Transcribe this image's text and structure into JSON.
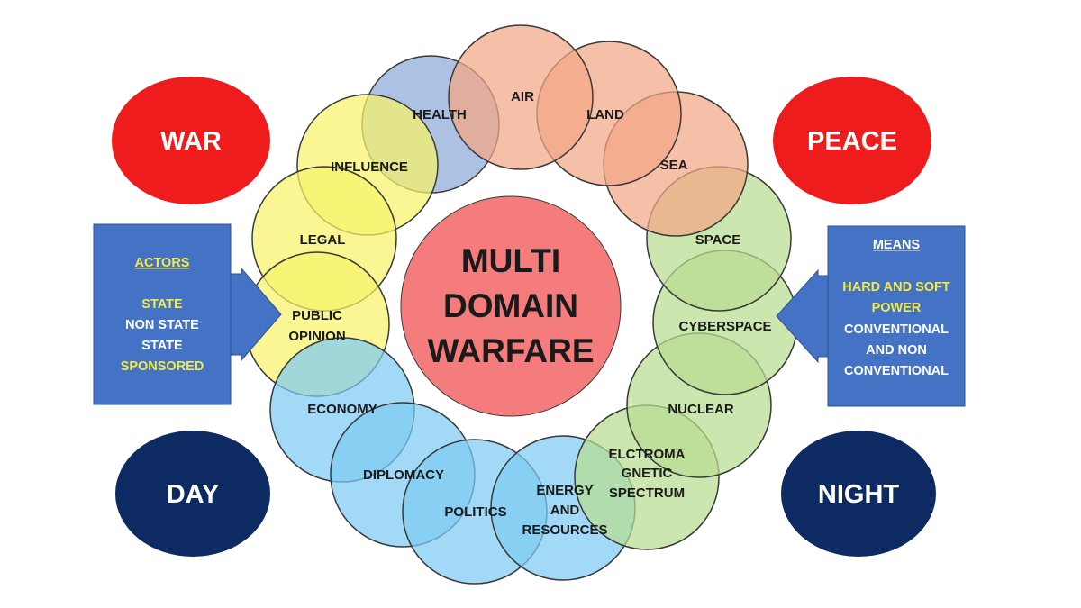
{
  "center": {
    "lines": [
      "MULTI",
      "DOMAIN",
      "WARFARE"
    ],
    "color": "#f47c7c"
  },
  "corners": {
    "war": {
      "label": "WAR",
      "color": "#ee1c1c"
    },
    "peace": {
      "label": "PEACE",
      "color": "#ee1c1c"
    },
    "day": {
      "label": "DAY",
      "color": "#0d2a63"
    },
    "night": {
      "label": "NIGHT",
      "color": "#0d2a63"
    }
  },
  "actors_box": {
    "color": "#4472c4",
    "heading": "ACTORS",
    "lines": [
      {
        "text": "STATE",
        "color": "#f2ea48"
      },
      {
        "text": "NON STATE",
        "color": "#ffffff"
      },
      {
        "text": "STATE",
        "color": "#ffffff"
      },
      {
        "text": "SPONSORED",
        "color": "#f2ea48"
      }
    ],
    "heading_color": "#f2ea48"
  },
  "means_box": {
    "color": "#4472c4",
    "heading": "MEANS",
    "heading_color": "#ffffff",
    "lines": [
      {
        "text": "HARD AND SOFT",
        "color": "#f2ea48"
      },
      {
        "text": "POWER",
        "color": "#f2ea48"
      },
      {
        "text": "CONVENTIONAL",
        "color": "#ffffff"
      },
      {
        "text": "AND NON",
        "color": "#ffffff"
      },
      {
        "text": "CONVENTIONAL",
        "color": "#ffffff"
      }
    ]
  },
  "domains": [
    {
      "id": "health",
      "lines": [
        "HEALTH"
      ],
      "color": "#8eaad8"
    },
    {
      "id": "air",
      "lines": [
        "AIR"
      ],
      "color": "#f2a685"
    },
    {
      "id": "land",
      "lines": [
        "LAND"
      ],
      "color": "#f2a685"
    },
    {
      "id": "sea",
      "lines": [
        "SEA"
      ],
      "color": "#f2a685"
    },
    {
      "id": "space",
      "lines": [
        "SPACE"
      ],
      "color": "#b7dd90"
    },
    {
      "id": "cyberspace",
      "lines": [
        "CYBERSPACE"
      ],
      "color": "#b7dd90"
    },
    {
      "id": "nuclear",
      "lines": [
        "NUCLEAR"
      ],
      "color": "#b7dd90"
    },
    {
      "id": "electromagnetic",
      "lines": [
        "ELCTROMA",
        "GNETIC",
        "SPECTRUM"
      ],
      "color": "#b7dd90"
    },
    {
      "id": "energy",
      "lines": [
        "ENERGY",
        "AND",
        "RESOURCES"
      ],
      "color": "#7ecbf2"
    },
    {
      "id": "politics",
      "lines": [
        "POLITICS"
      ],
      "color": "#7ecbf2"
    },
    {
      "id": "diplomacy",
      "lines": [
        "DIPLOMACY"
      ],
      "color": "#7ecbf2"
    },
    {
      "id": "economy",
      "lines": [
        "ECONOMY"
      ],
      "color": "#7ecbf2"
    },
    {
      "id": "public-opinion",
      "lines": [
        "PUBLIC",
        "OPINION"
      ],
      "color": "#f6f36a"
    },
    {
      "id": "legal",
      "lines": [
        "LEGAL"
      ],
      "color": "#f6f36a"
    },
    {
      "id": "influence",
      "lines": [
        "INFLUENCE"
      ],
      "color": "#f6f36a"
    }
  ]
}
